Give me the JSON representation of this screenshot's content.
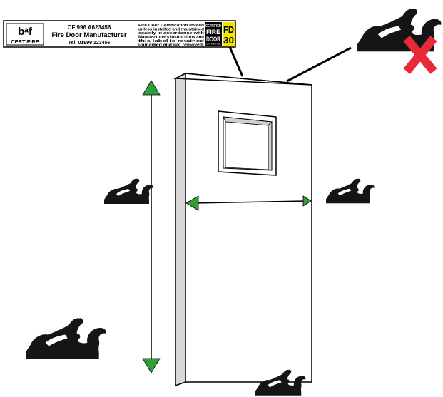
{
  "label": {
    "logo_top": "bᵃf",
    "logo_bottom": "CERT|FIRE",
    "code": "CF 996 A623456",
    "manufacturer": "Fire Door Manufacturer",
    "tel": "Tel: 01999 123456",
    "notice_lines": [
      "Fire Door Certification invalid",
      "unless installed and maintained",
      "exactly in accordance with",
      "Manufacturer's instructions and",
      "this label is retained",
      "unmarked and not removed."
    ],
    "cert_badge": {
      "top": "CERTIFIED",
      "line1": "FIRE",
      "line2": "DOOR",
      "bottom": "DO NOT REMOVE LABEL"
    },
    "rating": {
      "line1": "FD",
      "line2": "30"
    }
  },
  "colors": {
    "arrow_green": "#2f9f3c",
    "label_yellow": "#f2e600",
    "cross_red": "#e8293a",
    "edge_grey": "#d8d8d8",
    "plane_black": "#151515"
  },
  "icons": {
    "plane": "hand-plane-icon",
    "prohibited": "red-cross-icon"
  }
}
